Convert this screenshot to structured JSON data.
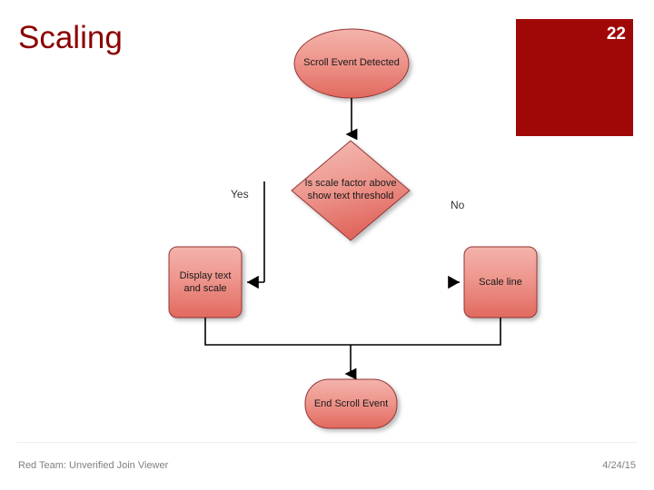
{
  "slide": {
    "title": "Scaling",
    "page_number": "22",
    "footer_left": "Red Team: Unverified Join Viewer",
    "footer_right": "4/24/15",
    "accent_color": "#8B0000",
    "block_color": "#A00808",
    "footer_text_color": "#808080"
  },
  "flowchart": {
    "type": "flowchart",
    "node_fill_light": "#F0A8A0",
    "node_fill_dark": "#E0675E",
    "node_stroke": "#943634",
    "connector_color": "#000000",
    "nodes": [
      {
        "id": "start",
        "shape": "ellipse",
        "label": "Scroll Event Detected"
      },
      {
        "id": "decision",
        "shape": "diamond",
        "label_line1": "Is scale factor above",
        "label_line2": "show text threshold"
      },
      {
        "id": "display",
        "shape": "rounded-rect",
        "label_line1": "Display text",
        "label_line2": "and scale"
      },
      {
        "id": "scale",
        "shape": "rounded-rect",
        "label": "Scale line"
      },
      {
        "id": "end",
        "shape": "stadium",
        "label": "End Scroll Event"
      }
    ],
    "edges": [
      {
        "from": "start",
        "to": "decision",
        "label": ""
      },
      {
        "from": "decision",
        "to": "display",
        "label": "Yes"
      },
      {
        "from": "decision",
        "to": "scale",
        "label": "No"
      },
      {
        "from": "display",
        "to": "end",
        "label": ""
      },
      {
        "from": "scale",
        "to": "end",
        "label": ""
      }
    ]
  }
}
